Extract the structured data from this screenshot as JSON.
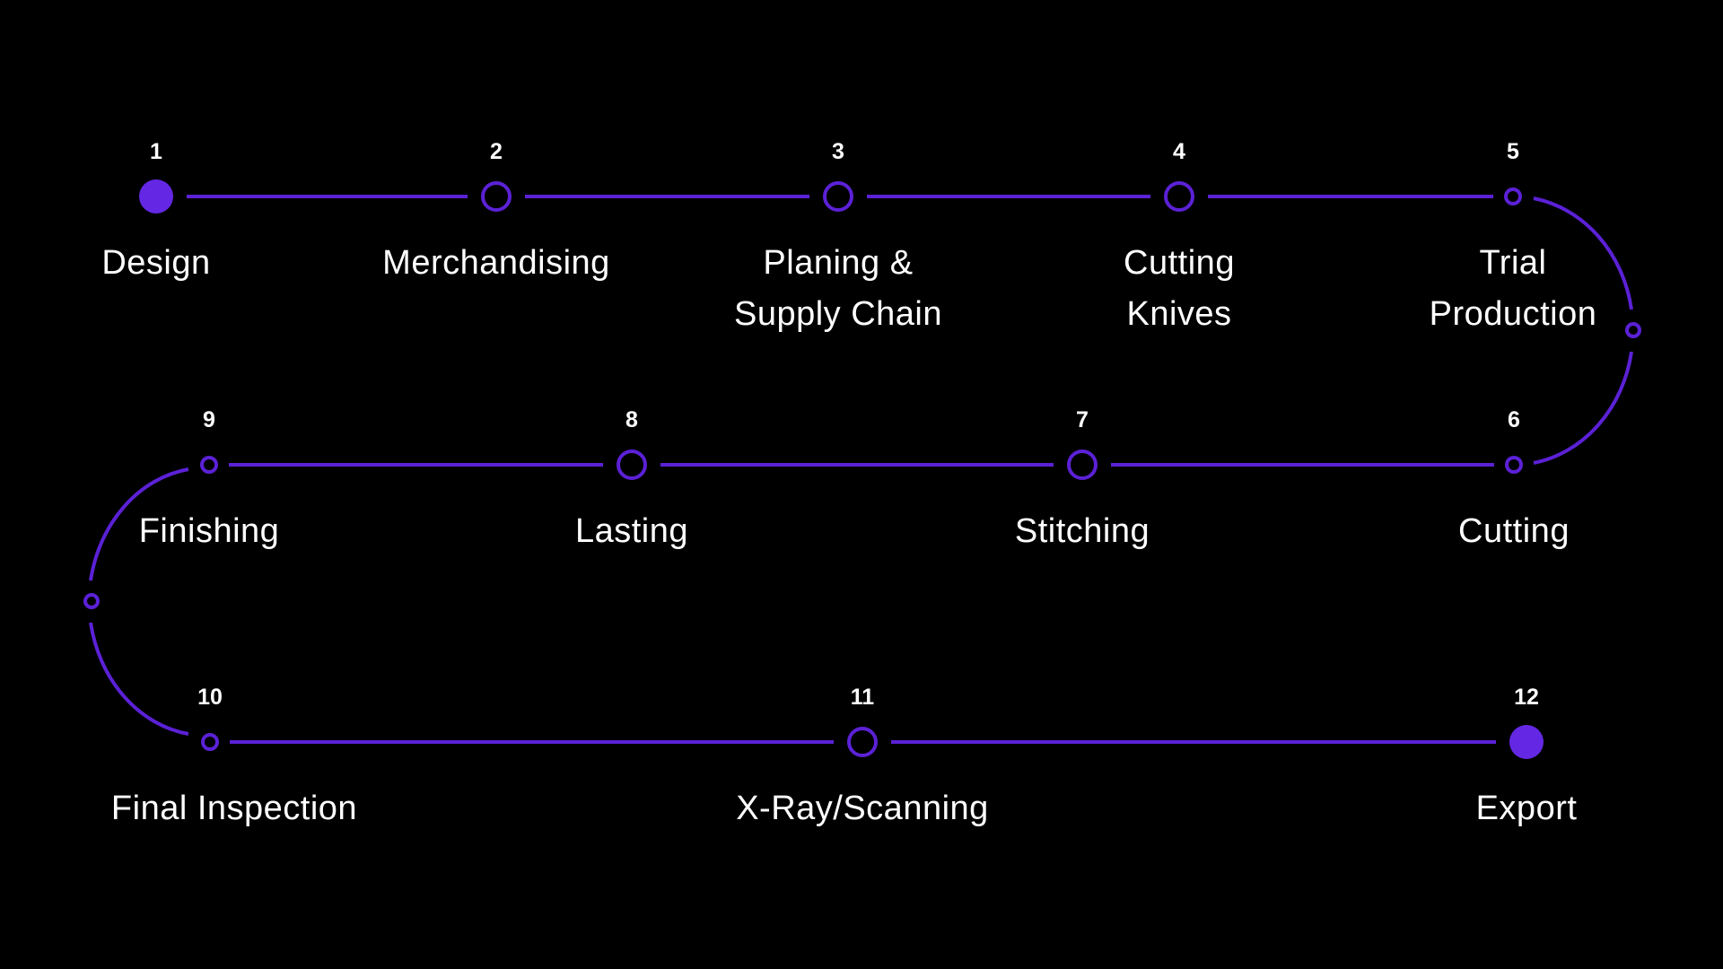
{
  "colors": {
    "background": "#000000",
    "line": "#5b21d6",
    "node_fill": "#6428e4",
    "text": "#ffffff"
  },
  "steps": [
    {
      "number": "1",
      "label": "Design"
    },
    {
      "number": "2",
      "label": "Merchandising"
    },
    {
      "number": "3",
      "label": "Planing &\nSupply Chain"
    },
    {
      "number": "4",
      "label": "Cutting\nKnives"
    },
    {
      "number": "5",
      "label": "Trial\nProduction"
    },
    {
      "number": "6",
      "label": "Cutting"
    },
    {
      "number": "7",
      "label": "Stitching"
    },
    {
      "number": "8",
      "label": "Lasting"
    },
    {
      "number": "9",
      "label": "Finishing"
    },
    {
      "number": "10",
      "label": "Final Inspection"
    },
    {
      "number": "11",
      "label": "X-Ray/Scanning"
    },
    {
      "number": "12",
      "label": "Export"
    }
  ]
}
